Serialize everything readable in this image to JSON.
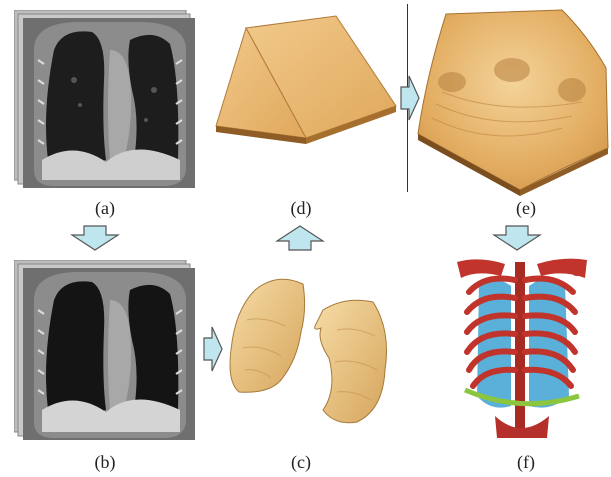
{
  "panels": {
    "a": {
      "label": "(a)",
      "kind": "ct-slice-stack"
    },
    "b": {
      "label": "(b)",
      "kind": "ct-slice-stack-segmented"
    },
    "c": {
      "label": "(c)",
      "kind": "lung-surface-render"
    },
    "d": {
      "label": "(d)",
      "kind": "flat-sheet"
    },
    "e": {
      "label": "(e)",
      "kind": "deformed-sheet"
    },
    "f": {
      "label": "(f)",
      "kind": "ribcage-render"
    }
  },
  "arrows": [
    {
      "name": "arrow-a-to-b",
      "direction": "down"
    },
    {
      "name": "arrow-c-to-d",
      "direction": "up"
    },
    {
      "name": "arrow-e-to-f",
      "direction": "down"
    },
    {
      "name": "arrow-b-to-c",
      "direction": "right"
    },
    {
      "name": "arrow-d-to-e",
      "direction": "right"
    }
  ],
  "colors": {
    "arrow_fill": "#bfe6ef",
    "arrow_stroke": "#555555",
    "sheet_fill": "#e8b46b",
    "sheet_edge": "#a66f2d",
    "lung_fill": "#efc889",
    "bone": "#c0342b",
    "lung_blue": "#5ab0d8",
    "band_green": "#8cc63f"
  }
}
